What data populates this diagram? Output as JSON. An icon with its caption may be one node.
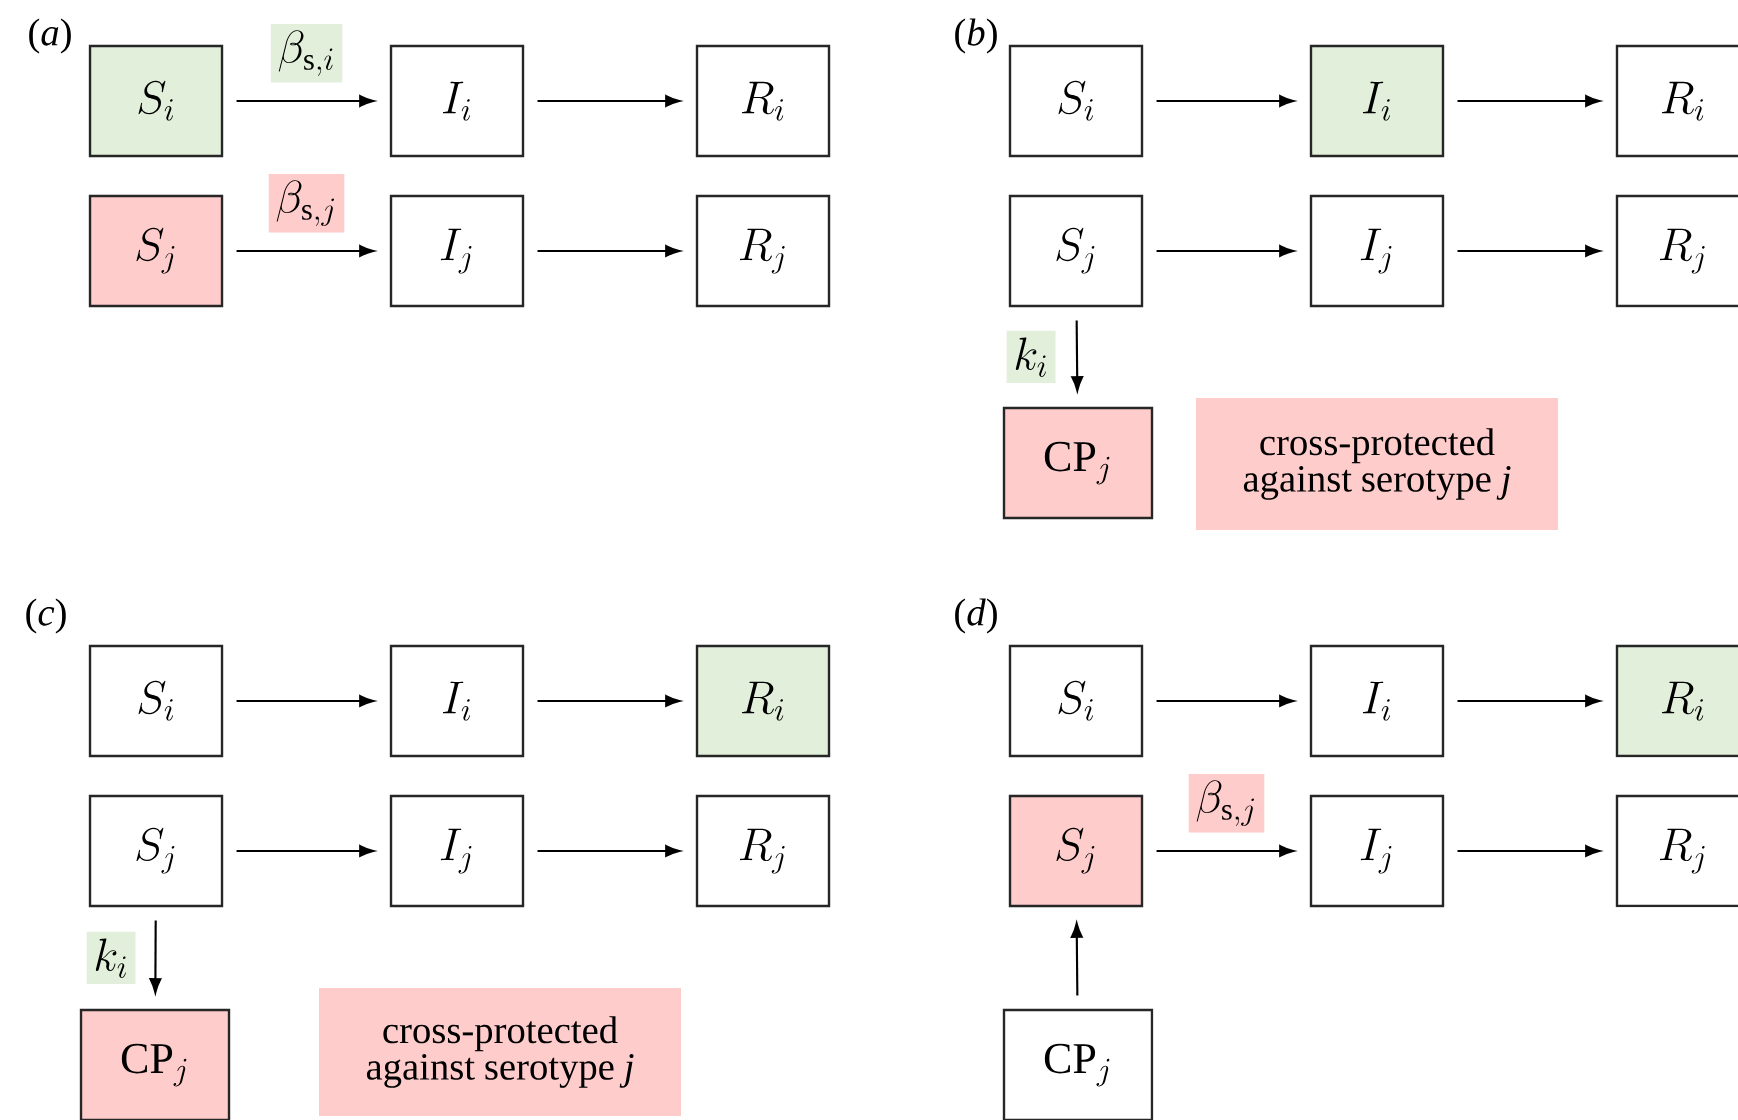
{
  "diagram": {
    "nodes": [
      {
        "text": [
          "S_{i}"
        ]
      },
      {
        "text": [
          "I_{i}"
        ]
      },
      {
        "text": [
          "R_{i}"
        ]
      },
      {
        "text": [
          "S_{j}"
        ]
      },
      {
        "text": [
          "I_{j}"
        ]
      },
      {
        "text": [
          "R_{j}"
        ]
      },
      {
        "text": [
          "S_{i}"
        ]
      },
      {
        "text": [
          "I_{i}"
        ]
      },
      {
        "text": [
          "R_{i}"
        ]
      },
      {
        "text": [
          "S_{j}"
        ]
      },
      {
        "text": [
          "I_{j}"
        ]
      },
      {
        "text": [
          "R_{j}"
        ]
      },
      {
        "text": [
          "\\mathrm{CP}_{j}"
        ]
      },
      {
        "text": [
          "cross-protected against serotype *j*"
        ]
      },
      {
        "text": [
          "S_{i}"
        ]
      },
      {
        "text": [
          "I_{i}"
        ]
      },
      {
        "text": [
          "R_{i}"
        ]
      },
      {
        "text": [
          "S_{j}"
        ]
      },
      {
        "text": [
          "I_{j}"
        ]
      },
      {
        "text": [
          "R_{j}"
        ]
      },
      {
        "text": [
          "\\mathrm{CP}_{j}"
        ]
      },
      {
        "text": [
          "cross-protected against serotype *j*"
        ]
      },
      {
        "text": [
          "S_{i}"
        ]
      },
      {
        "text": [
          "I_{i}"
        ]
      },
      {
        "text": [
          "R_{i}"
        ]
      },
      {
        "text": [
          "S_{j}"
        ]
      },
      {
        "text": [
          "I_{j}"
        ]
      },
      {
        "text": [
          "R_{j}"
        ]
      },
      {
        "text": [
          "\\mathrm{CP}_{j}"
        ]
      }
    ],
    "edges": [
      {
        "from": 0,
        "to": 1,
        "arrow": "to",
        "label": "\\beta_{\\mathrm{s},i}"
      },
      {
        "from": 1,
        "to": 2,
        "arrow": "to"
      },
      {
        "from": 3,
        "to": 4,
        "arrow": "to",
        "label": "\\beta_{\\mathrm{s},j}"
      },
      {
        "from": 4,
        "to": 5,
        "arrow": "to"
      },
      {
        "from": 6,
        "to": 7,
        "arrow": "to"
      },
      {
        "from": 7,
        "to": 8,
        "arrow": "to"
      },
      {
        "from": 9,
        "to": 10,
        "arrow": "to"
      },
      {
        "from": 10,
        "to": 11,
        "arrow": "to"
      },
      {
        "from": 9,
        "to": 12,
        "arrow": "to",
        "label": "k_{i}"
      },
      {
        "from": 14,
        "to": 15,
        "arrow": "to"
      },
      {
        "from": 15,
        "to": 16,
        "arrow": "to"
      },
      {
        "from": 17,
        "to": 18,
        "arrow": "to"
      },
      {
        "from": 18,
        "to": 19,
        "arrow": "to"
      },
      {
        "from": 17,
        "to": 20,
        "arrow": "to",
        "label": "k_{i}"
      },
      {
        "from": 22,
        "to": 23,
        "arrow": "to"
      },
      {
        "from": 23,
        "to": 24,
        "arrow": "to"
      },
      {
        "from": 25,
        "to": 26,
        "arrow": "to",
        "label": "\\beta_{\\mathrm{s},j}"
      },
      {
        "from": 26,
        "to": 27,
        "arrow": "to"
      },
      {
        "from": 28,
        "to": 25,
        "arrow": "to"
      }
    ],
    "labels": [
      "(*a*)",
      "(*b*)",
      "(*c*)",
      "(*d*)"
    ]
  }
}
